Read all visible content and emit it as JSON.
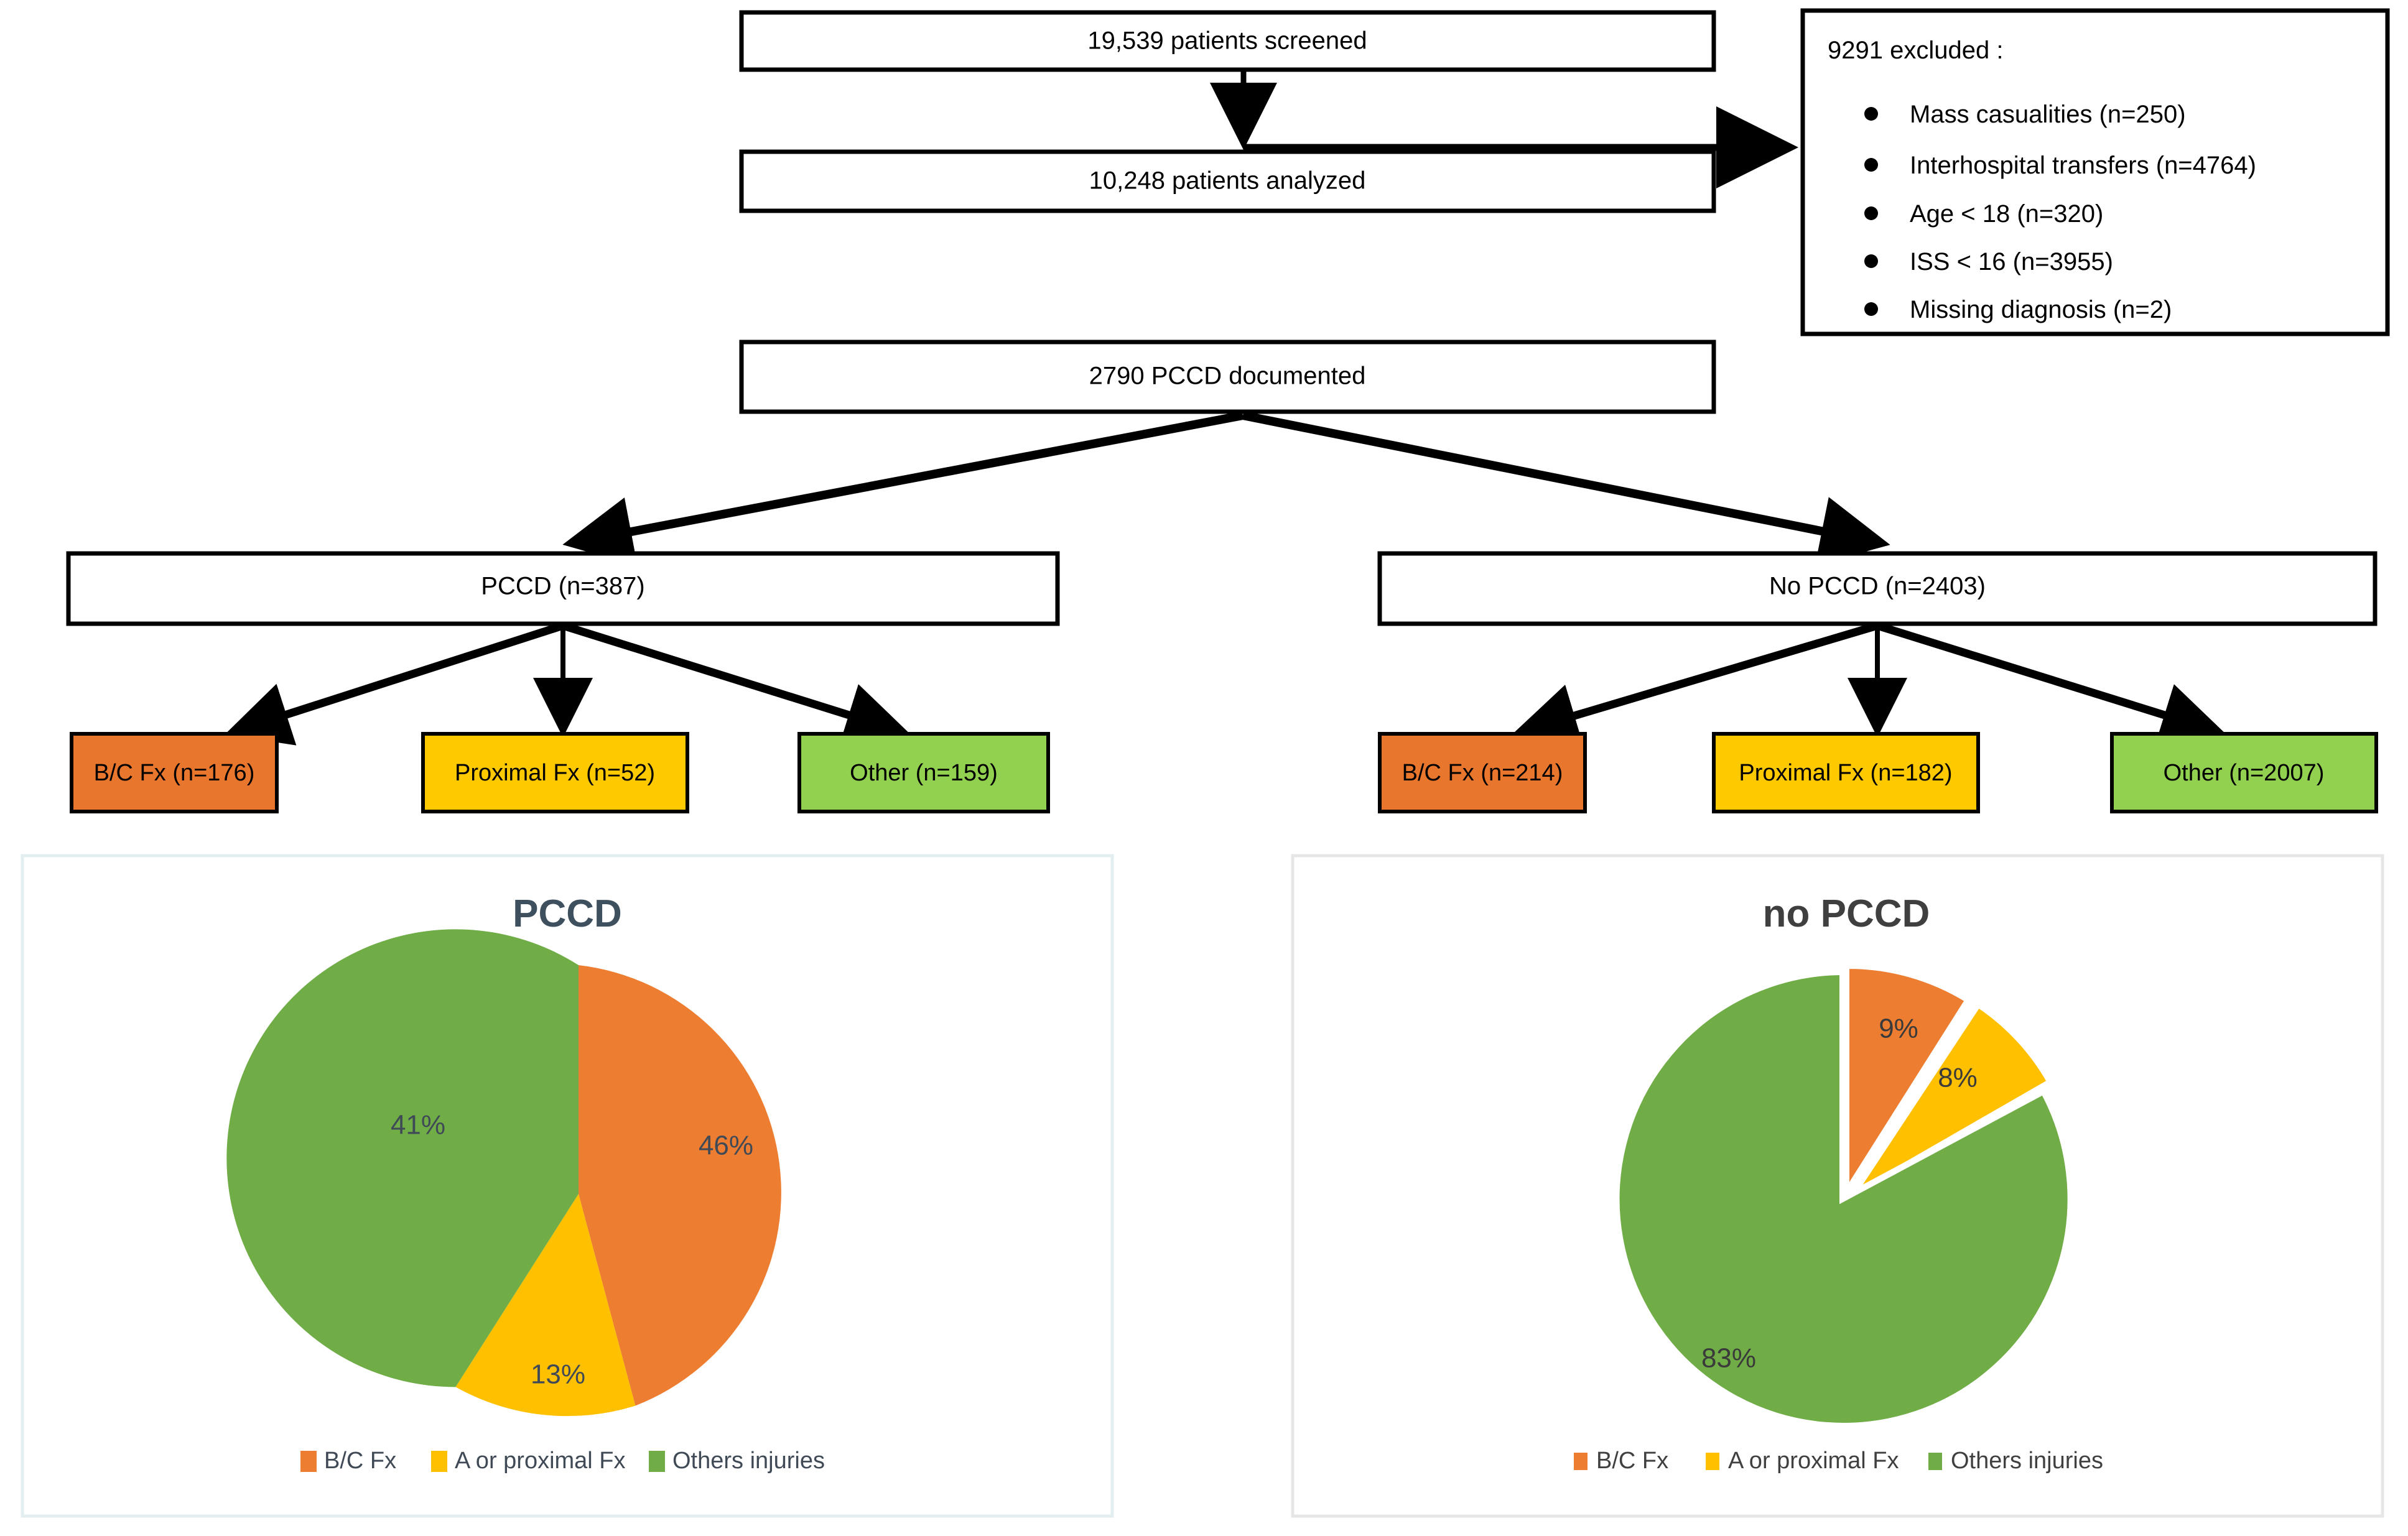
{
  "flow": {
    "boxes": [
      {
        "id": "screened",
        "label": "19,539 patients screened"
      },
      {
        "id": "analyzed",
        "label": "10,248 patients analyzed"
      },
      {
        "id": "pccd_doc",
        "label": "2790 PCCD documented"
      },
      {
        "id": "pccd",
        "label": "PCCD (n=387)"
      },
      {
        "id": "no_pccd",
        "label": "No PCCD (n=2403)"
      }
    ],
    "excluded": {
      "heading": "9291 excluded :",
      "items": [
        "Mass casualities (n=250)",
        "Interhospital transfers (n=4764)",
        "Age < 18 (n=320)",
        "ISS < 16 (n=3955)",
        "Missing diagnosis (n=2)"
      ]
    },
    "pccd_leaves": [
      {
        "label": "B/C Fx (n=176)",
        "color": "#E8762C"
      },
      {
        "label": "Proximal Fx (n=52)",
        "color": "#FFC900"
      },
      {
        "label": "Other (n=159)",
        "color": "#92D050"
      }
    ],
    "no_pccd_leaves": [
      {
        "label": "B/C Fx (n=214)",
        "color": "#E8762C"
      },
      {
        "label": "Proximal Fx (n=182)",
        "color": "#FFC900"
      },
      {
        "label": "Other (n=2007)",
        "color": "#92D050"
      }
    ]
  },
  "chart_data": [
    {
      "type": "pie",
      "title": "PCCD",
      "categories": [
        "B/C Fx",
        "A or proximal Fx",
        "Others injuries"
      ],
      "values": [
        46,
        13,
        41
      ],
      "labels": [
        "46%",
        "13%",
        "41%"
      ],
      "colors": [
        "#ED7D31",
        "#FFC000",
        "#70AD47"
      ],
      "legend_position": "bottom",
      "exploded": false,
      "title_color": "#3e4f5e"
    },
    {
      "type": "pie",
      "title": "no PCCD",
      "categories": [
        "B/C Fx",
        "A or proximal Fx",
        "Others injuries"
      ],
      "values": [
        9,
        8,
        83
      ],
      "labels": [
        "9%",
        "8%",
        "83%"
      ],
      "colors": [
        "#ED7D31",
        "#FFC000",
        "#70AD47"
      ],
      "legend_position": "bottom",
      "exploded": true,
      "title_color": "#3f3f3f"
    }
  ]
}
